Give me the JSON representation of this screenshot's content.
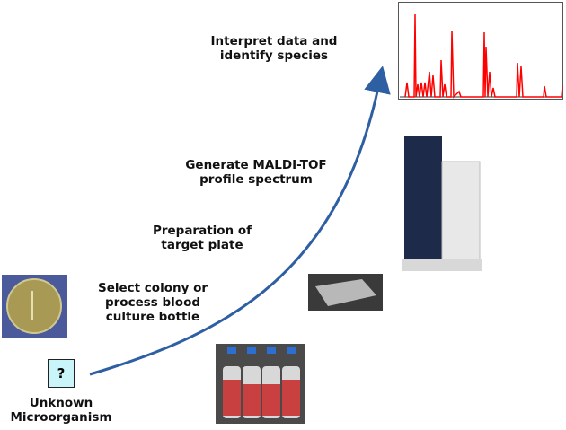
{
  "steps": {
    "interpret": [
      "Interpret data and",
      "identify species"
    ],
    "generate": [
      "Generate MALDI-TOF",
      "profile spectrum"
    ],
    "prepare": [
      "Preparation of",
      "target plate"
    ],
    "select": [
      "Select colony or",
      "process blood",
      "culture bottle"
    ],
    "unknown": [
      "Unknown",
      "Microorganism"
    ],
    "unknown_symbol": "?"
  },
  "colors": {
    "arrow": "#2e5fa3",
    "spectrum": "#ff0000",
    "question_box": "#c8f4fa"
  }
}
